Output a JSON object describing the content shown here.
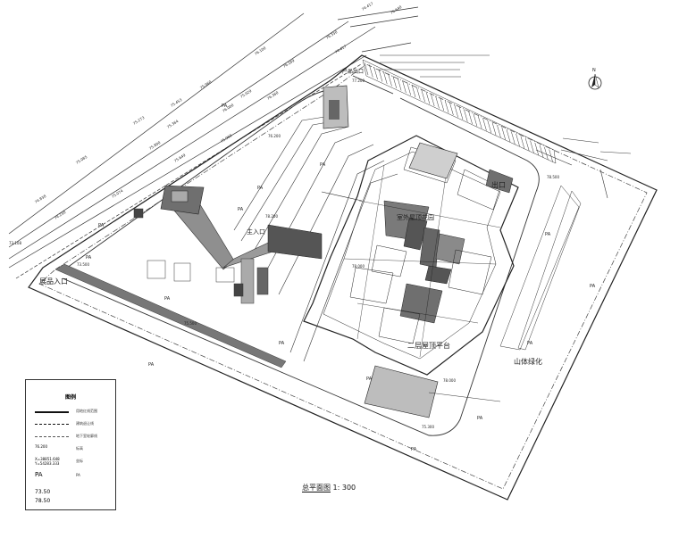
{
  "drawing": {
    "title": "总平面图",
    "scale": "1: 300",
    "main_entrance": "主入口",
    "product_entrance": "产品出口",
    "showroom_entrance": "展品入口",
    "rooftop_garden": "室外屋顶花园",
    "second_floor_platform": "二层屋顶平台",
    "mountain_green": "山体绿化",
    "pa_marks": [
      "PA",
      "PA",
      "PA",
      "PA",
      "PA",
      "PA",
      "PA",
      "PA",
      "PA",
      "PA",
      "PA",
      "PA",
      "PA",
      "PA",
      "PA"
    ],
    "elevations": [
      "76.200",
      "78.000",
      "78.500",
      "73.500",
      "75.500",
      "75.300",
      "77.200",
      "78.000",
      "78.200"
    ],
    "road_levels": [
      "74.417",
      "76.640",
      "76.330",
      "76.189",
      "75.929",
      "75.960",
      "75.453",
      "75.273",
      "75.085",
      "74.838",
      "74.238",
      "75.074",
      "73.108",
      "74.417",
      "76.100",
      "76.360",
      "76.000",
      "75.960",
      "75.649",
      "75.364",
      "75.800"
    ]
  },
  "legend": {
    "title": "图例",
    "items": [
      "用地红线范围",
      "建筑退让线",
      "地下室轮廓线",
      "标高",
      "PA",
      "坐标"
    ],
    "pa": "PA",
    "coord_x": "X=38851.648",
    "coord_y": "Y=54283.333",
    "elev1": "73.50",
    "elev2": "78.50"
  },
  "north_arrow": "N"
}
